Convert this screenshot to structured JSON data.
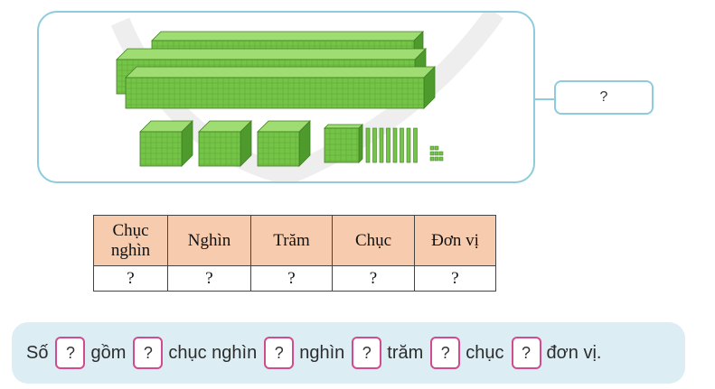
{
  "answer_box": {
    "text": "?"
  },
  "table": {
    "headers": [
      "Chục nghìn",
      "Nghìn",
      "Trăm",
      "Chục",
      "Đơn vị"
    ],
    "values": [
      "?",
      "?",
      "?",
      "?",
      "?"
    ]
  },
  "sentence": {
    "word_1": "Số",
    "box_1": "?",
    "word_2": "gồm",
    "box_2": "?",
    "word_3": "chục nghìn",
    "box_3": "?",
    "word_4": "nghìn",
    "box_4": "?",
    "word_5": "trăm",
    "box_5": "?",
    "word_6": "chục",
    "box_6": "?",
    "word_7": "đơn vị."
  },
  "colors": {
    "panel_border": "#8ecbdc",
    "block_green": "#74c447",
    "table_header_bg": "#f7cbae",
    "sentence_bg": "#dcedf4",
    "qbox_border": "#d14b8e"
  }
}
